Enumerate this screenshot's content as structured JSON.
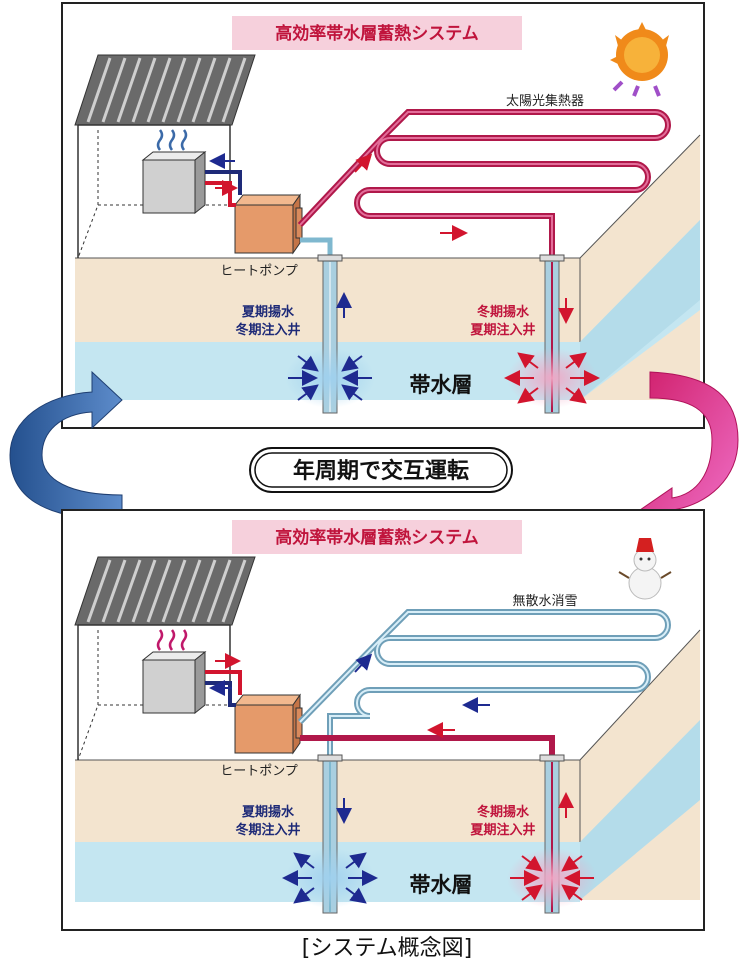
{
  "summer_panel": {
    "title": "高効率帯水層蓄熱システム",
    "collector_label": "太陽光集熱器",
    "heat_pump_label": "ヒートポンプ",
    "well_left_line1": "夏期揚水",
    "well_left_line2": "冬期注入井",
    "well_right_line1": "冬期揚水",
    "well_right_line2": "夏期注入井",
    "aquifer_label": "帯水層"
  },
  "banner": {
    "text": "年周期で交互運転"
  },
  "winter_panel": {
    "title": "高効率帯水層蓄熱システム",
    "snowmelt_label": "無散水消雪",
    "heat_pump_label": "ヒートポンプ",
    "well_left_line1": "夏期揚水",
    "well_left_line2": "冬期注入井",
    "well_right_line1": "冬期揚水",
    "well_right_line2": "夏期注入井",
    "aquifer_label": "帯水層"
  },
  "caption": "[システム概念図]",
  "colors": {
    "hot_pipe": "#b0184a",
    "cold_pipe": "#7fb8cf",
    "aquifer": "#c4e6f1",
    "soil": "#f3e4cf",
    "title_box": "#f6d0dc",
    "blue_arrow": "#3b6aa8",
    "pink_arrow": "#e0389a"
  }
}
